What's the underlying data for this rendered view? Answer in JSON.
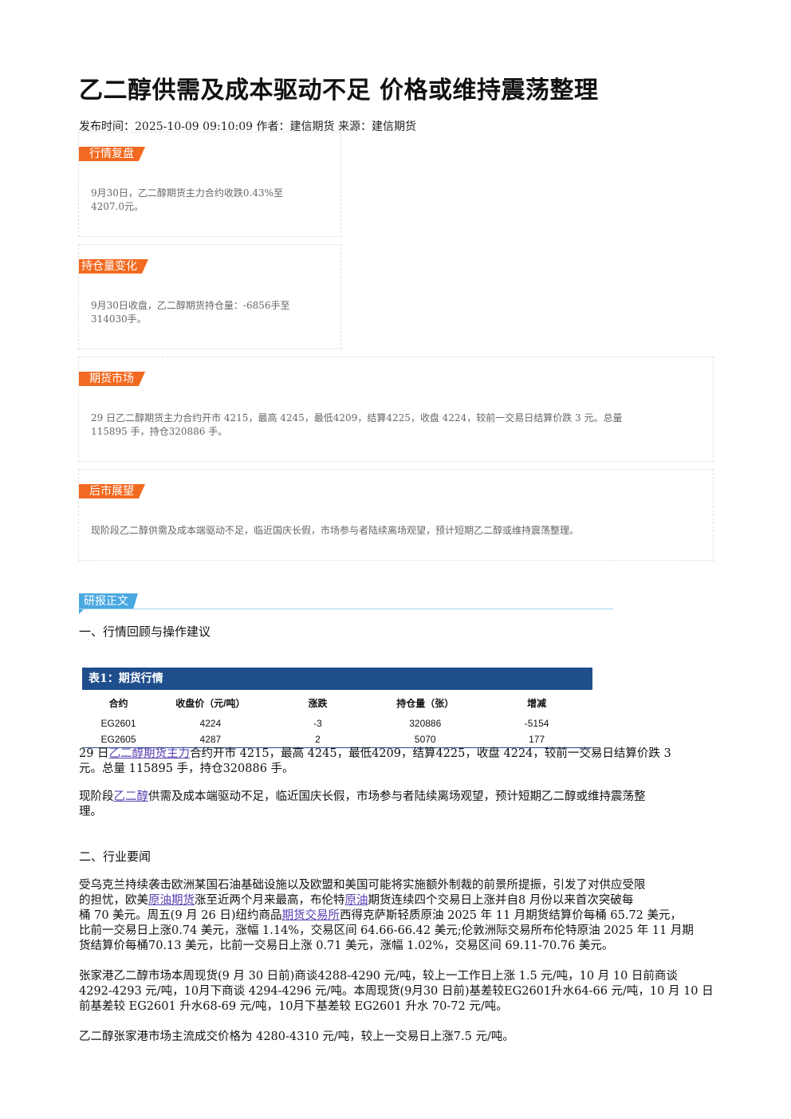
{
  "article": {
    "title": "乙二醇供需及成本驱动不足 价格或维持震荡整理",
    "meta": "发布时间：2025-10-09 09:10:09 作者：建信期货 来源：建信期货"
  },
  "summary": {
    "market_review": {
      "tag": "行情复盘",
      "line1": "9月30日，乙二醇期货主力合约收跌0.43%至",
      "line2": "4207.0元。"
    },
    "open_interest": {
      "tag": "持仓量变化",
      "line1": "9月30日收盘，乙二醇期货持仓量：-6856手至",
      "line2": "314030手。"
    },
    "futures_market": {
      "tag": "期货市场",
      "line1": "29 日乙二醇期货主力合约开市 4215，最高 4245，最低4209，结算4225，收盘 4224，较前一交易日结算价跌 3 元。总量",
      "line2": "115895 手，持仓320886 手。"
    },
    "outlook": {
      "tag": "后市展望",
      "line1": "现阶段乙二醇供需及成本端驱动不足，临近国庆长假，市场参与者陆续离场观望，预计短期乙二醇或维持震荡整理。"
    }
  },
  "body": {
    "section_tag": "研报正文",
    "heading1": "一、行情回顾与操作建议",
    "table": {
      "caption": "表1：期货行情",
      "headers": [
        "合约",
        "收盘价（元/吨）",
        "涨跌",
        "持仓量（张）",
        "增减"
      ],
      "rows": [
        [
          "EG2601",
          "4224",
          "-3",
          "320886",
          "-5154"
        ],
        [
          "EG2605",
          "4287",
          "2",
          "5070",
          "177"
        ]
      ]
    },
    "p1": {
      "a": "29 日",
      "link1": "乙二醇期货主力",
      "b": "合约开市 4215，最高 4245，最低4209，结算4225，收盘 4224，较前一交易日结算价跌 3",
      "c": "元。总量 115895 手，持仓320886 手。"
    },
    "p2": {
      "a": "现阶段",
      "link1": "乙二醇",
      "b": "供需及成本端驱动不足，临近国庆长假，市场参与者陆续离场观望，预计短期乙二醇或维持震荡整",
      "c": "理。"
    },
    "heading2": "二、行业要闻",
    "p3": {
      "line1": "受乌克兰持续袭击欧洲某国石油基础设施以及欧盟和美国可能将实施额外制裁的前景所提振，引发了对供应受限",
      "line2a": "的担忧，欧美",
      "link1": "原油期货",
      "line2b": "涨至近两个月来最高，布伦特",
      "link2": "原油",
      "line2c": "期货连续四个交易日上涨并自8 月份以来首次突破每",
      "line3a": "桶 70 美元。周五(9 月 26 日)纽约商品",
      "link3": "期货交易所",
      "line3b": "西得克萨斯轻质原油 2025 年 11 月期货结算价每桶 65.72 美元，",
      "line4": "比前一交易日上涨0.74 美元，涨幅 1.14%，交易区间 64.66-66.42 美元;伦敦洲际交易所布伦特原油 2025 年 11 月期",
      "line5": "货结算价每桶70.13 美元，比前一交易日上涨 0.71 美元，涨幅 1.02%，交易区间 69.11-70.76 美元。"
    },
    "p4": {
      "line1": "张家港乙二醇市场本周现货(9 月 30 日前)商谈4288-4290 元/吨，较上一工作日上涨 1.5 元/吨，10 月 10 日前商谈",
      "line2": "4292-4293 元/吨，10月下商谈 4294-4296 元/吨。本周现货(9月30 日前)基差较EG2601升水64-66 元/吨，10 月 10 日",
      "line3": "前基差较 EG2601 升水68-69 元/吨，10月下基差较 EG2601 升水 70-72 元/吨。"
    },
    "p5": "乙二醇张家港市场主流成交价格为 4280-4310 元/吨，较上一交易日上涨7.5 元/吨。"
  }
}
